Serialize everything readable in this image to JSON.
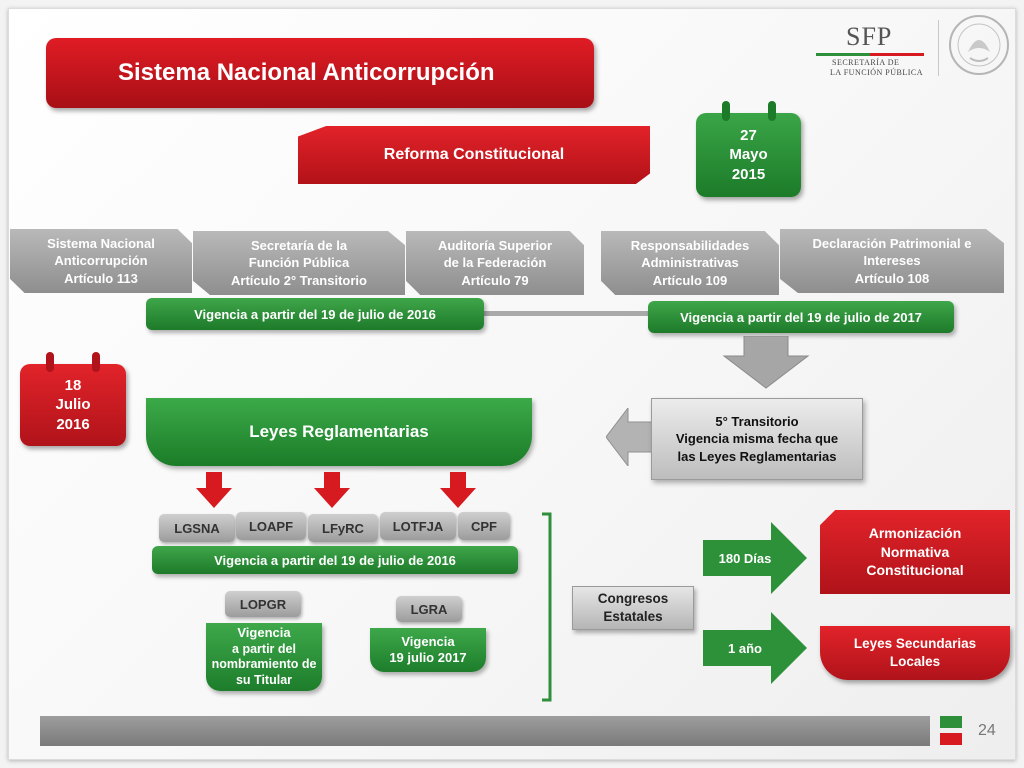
{
  "header": {
    "title": "Sistema Nacional Anticorrupción",
    "logo_text": "SFP",
    "logo_subtitle_1": "SECRETARÍA DE",
    "logo_subtitle_2": "LA FUNCIÓN PÚBLICA"
  },
  "reforma": {
    "label": "Reforma Constitucional"
  },
  "date_2015": {
    "day": "27",
    "month": "Mayo",
    "year": "2015"
  },
  "articles": [
    {
      "line1": "Sistema Nacional",
      "line2": "Anticorrupción",
      "line3": "Artículo 113"
    },
    {
      "line1": "Secretaría de la",
      "line2": "Función Pública",
      "line3": "Artículo 2° Transitorio"
    },
    {
      "line1": "Auditoría Superior",
      "line2": "de la Federación",
      "line3": "Artículo 79"
    },
    {
      "line1": "Responsabilidades",
      "line2": "Administrativas",
      "line3": "Artículo 109"
    },
    {
      "line1": "Declaración Patrimonial e",
      "line2": "Intereses",
      "line3": "Artículo 108"
    }
  ],
  "vigencias": {
    "v2016": "Vigencia a partir del 19 de julio de 2016",
    "v2017": "Vigencia a partir del 19 de julio de 2017",
    "laws_2016": "Vigencia a partir del 19 de julio de 2016"
  },
  "date_2016": {
    "day": "18",
    "month": "Julio",
    "year": "2016"
  },
  "leyes": {
    "label": "Leyes Reglamentarias"
  },
  "transitorio": {
    "line1": "5° Transitorio",
    "line2": "Vigencia misma fecha que",
    "line3": "las Leyes Reglamentarias"
  },
  "laws": [
    "LGSNA",
    "LOAPF",
    "LFyRC",
    "LOTFJA",
    "CPF"
  ],
  "lopgr": {
    "tag": "LOPGR",
    "line1": "Vigencia",
    "line2": "a partir del",
    "line3": "nombramiento de",
    "line4": "su Titular"
  },
  "lgra": {
    "tag": "LGRA",
    "line1": "Vigencia",
    "line2": "19 julio 2017"
  },
  "congresos": {
    "line1": "Congresos",
    "line2": "Estatales"
  },
  "arrows": {
    "dias": "180 Días",
    "anio": "1 año"
  },
  "outcomes": {
    "armonizacion": {
      "line1": "Armonización",
      "line2": "Normativa",
      "line3": "Constitucional"
    },
    "leyes_sec": {
      "line1": "Leyes Secundarias",
      "line2": "Locales"
    }
  },
  "footer": {
    "page_number": "24"
  },
  "colors": {
    "red": "#d71920",
    "green": "#2e8f3a",
    "gray": "#9e9e9e"
  }
}
